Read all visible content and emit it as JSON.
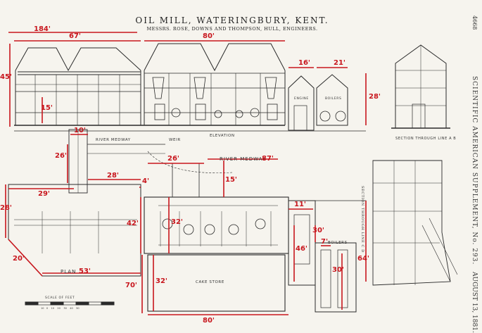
{
  "title": "OIL MILL, WATERINGBURY, KENT.",
  "subtitle": "MESSRS. ROSE, DOWNS AND THOMPSON, HULL, ENGINEERS.",
  "page_number": "4668",
  "journal": "SCIENTIFIC AMERICAN SUPPLEMENT, No. 293.",
  "date": "AUGUST 13, 1881.",
  "labels": {
    "elevation": "ELEVATION",
    "section_ab": "SECTION THROUGH LINE A B",
    "section_cd": "SECTION THROUGH LINE C D",
    "river_top": "RIVER MEDWAY",
    "weir": "WEIR",
    "river_main": "RIVER MEDWAY",
    "plan": "PLAN",
    "cake_store": "CAKE STORE",
    "boilers": "BOILERS",
    "engine": "ENGINE",
    "boilers_elev": "BOILERS",
    "scale": "SCALE OF FEET",
    "scale_ticks": [
      "10",
      "0",
      "10",
      "20",
      "30",
      "40",
      "50"
    ]
  },
  "dimensions": {
    "d184": "184'",
    "d67": "67'",
    "d80_top": "80'",
    "d45": "45'",
    "d15_elev": "15'",
    "d16": "16'",
    "d21": "21'",
    "d28_right": "28'",
    "d10": "10'",
    "d26_left": "26'",
    "d28_mid": "28'",
    "d29": "29'",
    "d28_left": "28'",
    "d26_plan": "26'",
    "d87": "87'",
    "d15_plan": "15'",
    "d4": "4'",
    "d32_upper": "32'",
    "d42": "42'",
    "d11": "11'",
    "d30_a": "30'",
    "d7": "7'",
    "d46": "46'",
    "d30_b": "30'",
    "d64": "64'",
    "d20": "20'",
    "d53": "53'",
    "d70": "70'",
    "d32_lower": "32'",
    "d80_bottom": "80'"
  },
  "colors": {
    "paper": "#f6f4ee",
    "ink": "#2a2a2a",
    "dimension_red": "#c8161d"
  }
}
